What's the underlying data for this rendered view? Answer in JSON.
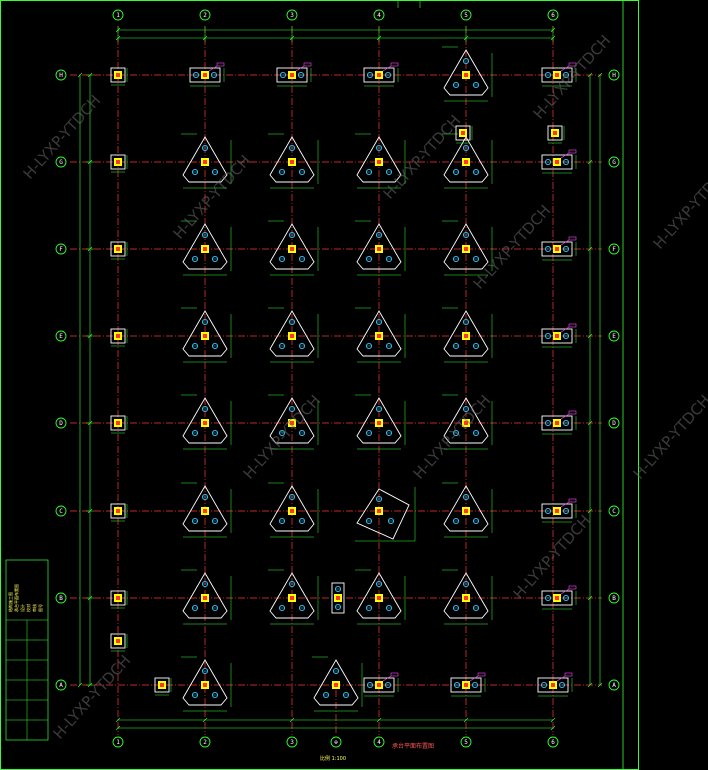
{
  "drawing": {
    "title": "承台平面布置图",
    "scale": "比例 1:100",
    "background": "#000000",
    "colors": {
      "grid_line": "#ff3333",
      "bubble": "#33ff33",
      "frame": "#33ff33",
      "cap_outline": "#ffffff",
      "pile": "#33ccff",
      "column": "#ffff00",
      "column_core": "#ff3333",
      "dimension": "#33ff33",
      "tag": "#ff44ff",
      "watermark": "#777777"
    },
    "axes_vertical": [
      "1",
      "2",
      "3",
      "4",
      "5",
      "6"
    ],
    "axes_horizontal": [
      "H",
      "G",
      "F",
      "E",
      "D",
      "C",
      "B",
      "A"
    ],
    "extra_axis_bottom": "⊕",
    "watermark_text": "H-LYXP-YTDCH",
    "title_block": {
      "lines": [
        "结构施工图",
        "承台平面布置图",
        "设计",
        "校对",
        "审核",
        "图号"
      ]
    }
  }
}
